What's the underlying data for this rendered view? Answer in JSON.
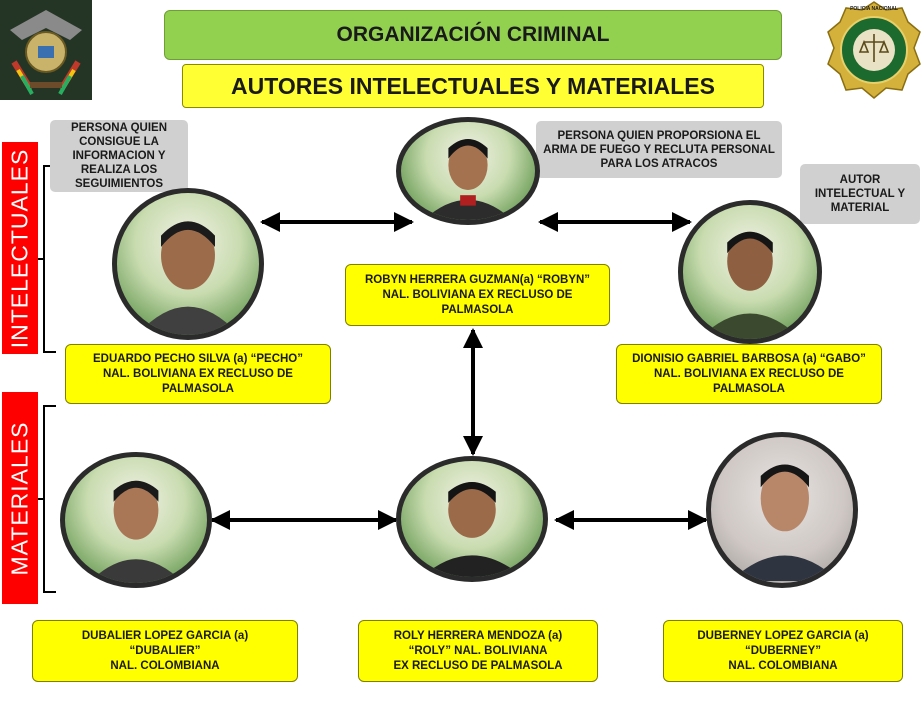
{
  "header": {
    "title": "ORGANIZACIÓN CRIMINAL",
    "subtitle": "AUTORES INTELECTUALES Y MATERIALES"
  },
  "emblems": {
    "left": "bolivia-coat-of-arms-icon",
    "right": "policia-nacional-badge-icon",
    "badge_ring_text": "POLICIA NACIONAL"
  },
  "sections": {
    "intelectuales": "INTELECTUALES",
    "materiales": "MATERIALES"
  },
  "notes": {
    "pecho": "PERSONA QUIEN CONSIGUE LA INFORMACION Y REALIZA LOS SEGUIMIENTOS",
    "robyn": "PERSONA QUIEN PROPORSIONA EL ARMA DE FUEGO Y RECLUTA PERSONAL PARA LOS ATRACOS",
    "gabo": "AUTOR INTELECTUAL Y MATERIAL"
  },
  "people": {
    "pecho": "EDUARDO PECHO SILVA (a) “PECHO”\nNAL. BOLIVIANA  EX RECLUSO DE PALMASOLA",
    "robyn": "ROBYN HERRERA GUZMAN(a) “ROBYN”\nNAL. BOLIVIANA  EX RECLUSO DE PALMASOLA",
    "gabo": "DIONISIO GABRIEL BARBOSA (a) “GABO”\nNAL. BOLIVIANA  EX RECLUSO DE PALMASOLA",
    "dubalier": "DUBALIER LOPEZ GARCIA (a)\n“DUBALIER”\nNAL. COLOMBIANA",
    "roly": "ROLY HERRERA MENDOZA (a)\n“ROLY” NAL. BOLIVIANA\nEX RECLUSO DE PALMASOLA",
    "duberney": "DUBERNEY LOPEZ GARCIA (a)\n“DUBERNEY”\nNAL. COLOMBIANA"
  },
  "colors": {
    "title_bg": "#92d050",
    "name_bg": "#ffff00",
    "section_bg": "#ff0000",
    "note_bg": "#d0d0d0"
  }
}
